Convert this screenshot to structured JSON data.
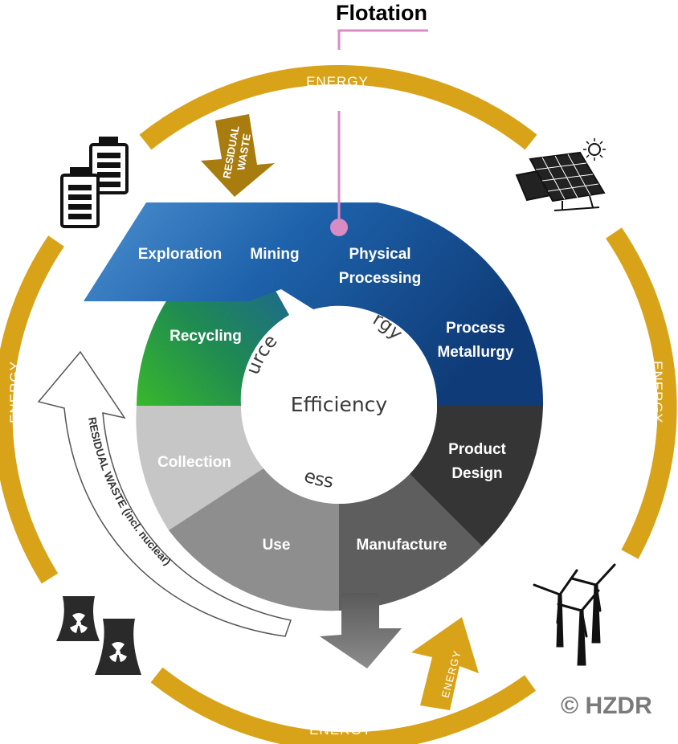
{
  "title": "Flotation",
  "credit": "© HZDR",
  "center": {
    "resource": "Resource",
    "energy": "Energy",
    "efficiency": "Efficiency",
    "process": "Process"
  },
  "segments": {
    "exploration": "Exploration",
    "mining": "Mining",
    "physical_processing_1": "Physical",
    "physical_processing_2": "Processing",
    "process_metallurgy_1": "Process",
    "process_metallurgy_2": "Metallurgy",
    "recycling": "Recycling",
    "collection": "Collection",
    "use": "Use",
    "manufacture": "Manufacture",
    "product_design_1": "Product",
    "product_design_2": "Design"
  },
  "energy_labels": [
    "ENERGY",
    "ENERGY",
    "ENERGY",
    "ENERGY",
    "ENERGY"
  ],
  "residual_waste_top_1": "RESIDUAL",
  "residual_waste_top_2": "WASTE",
  "residual_waste_left": "RESIDUAL WASTE (incl. nuclear)",
  "colors": {
    "energy": "#d9a319",
    "energy_dark": "#a97c10",
    "blue": "#1b5fa6",
    "pink": "#d98cc4"
  },
  "icons": [
    "battery-icon",
    "solar-panel-icon",
    "wind-turbine-icon",
    "nuclear-plant-icon"
  ]
}
